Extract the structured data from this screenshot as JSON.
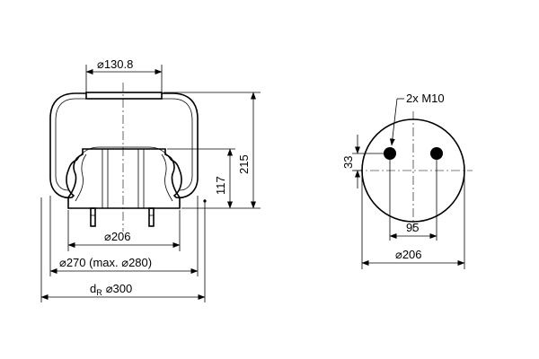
{
  "side_view": {
    "top_plate_diameter": "⌀130.8",
    "piston_diameter": "⌀206",
    "bellow_diameter": "⌀270 (max. ⌀280)",
    "reference_diameter_symbol": "d",
    "reference_diameter_subscript": "R",
    "reference_diameter_value": "⌀300",
    "overall_height": "215",
    "piston_height": "117"
  },
  "top_view": {
    "thread_label": "2x M10",
    "offset_dimension": "33",
    "hole_spacing": "95",
    "plate_diameter": "⌀206"
  }
}
